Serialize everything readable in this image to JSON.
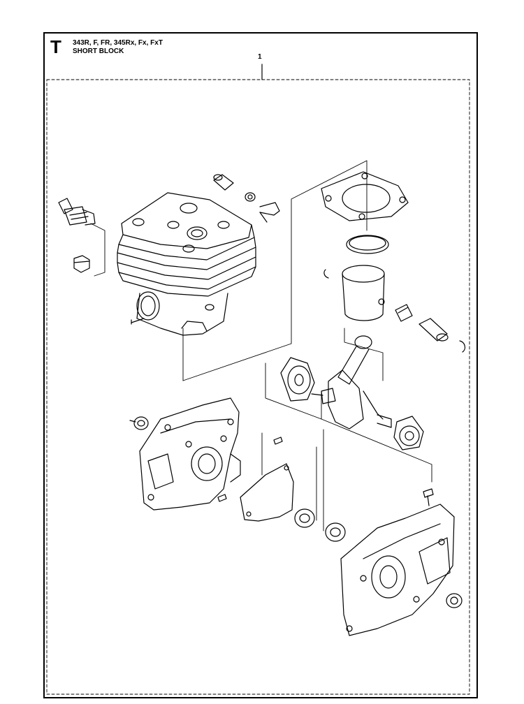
{
  "header": {
    "section_letter": "T",
    "models": "343R, F, FR, 345Rx, Fx, FxT",
    "title": "SHORT BLOCK"
  },
  "callouts": {
    "main": "1"
  },
  "colors": {
    "line": "#000000",
    "background": "#ffffff"
  }
}
